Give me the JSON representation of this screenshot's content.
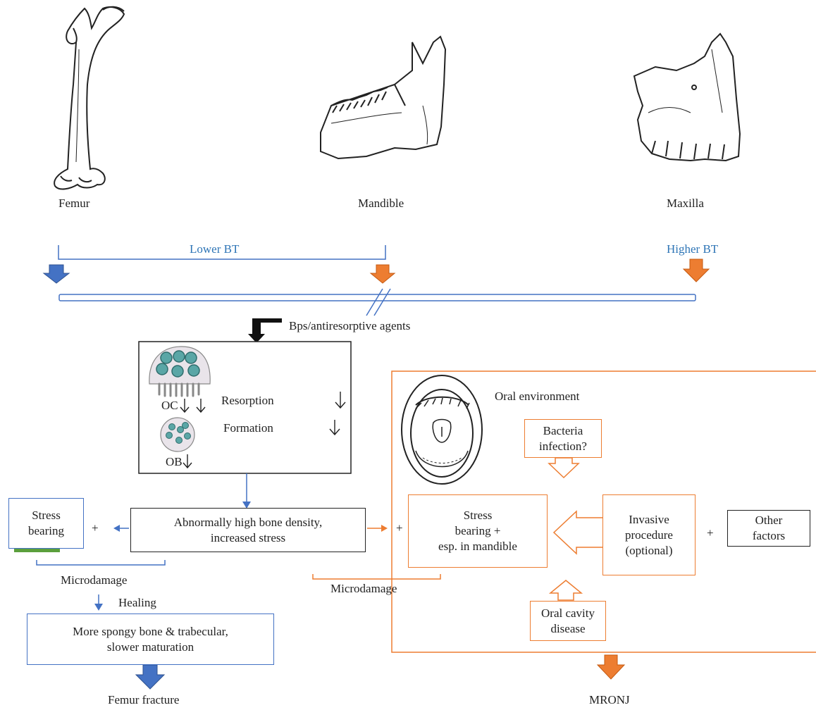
{
  "bones": {
    "femur": "Femur",
    "mandible": "Mandible",
    "maxilla": "Maxilla"
  },
  "turnover": {
    "lower": "Lower BT",
    "higher": "Higher BT"
  },
  "drug_label": "Bps/antiresorptive agents",
  "cells": {
    "oc": "OC",
    "ob": "OB",
    "resorption": "Resorption",
    "formation": "Formation"
  },
  "femur_path": {
    "stress_line1": "Stress",
    "stress_line2": "bearing",
    "density_line1": "Abnormally high bone density,",
    "density_line2": "increased stress",
    "plus": "+",
    "microdamage": "Microdamage",
    "healing": "Healing",
    "spongy_line1": "More spongy bone & trabecular,",
    "spongy_line2": "slower maturation",
    "outcome": "Femur fracture"
  },
  "jaw_path": {
    "environment": "Oral environment",
    "bacteria_line1": "Bacteria",
    "bacteria_line2": "infection?",
    "stress_line1": "Stress",
    "stress_line2": "bearing +",
    "stress_line3": "esp. in mandible",
    "invasive_line1": "Invasive",
    "invasive_line2": "procedure",
    "invasive_line3": "(optional)",
    "other_line1": "Other",
    "other_line2": "factors",
    "oral_line1": "Oral cavity",
    "oral_line2": "disease",
    "plus": "+",
    "microdamage": "Microdamage",
    "outcome": "MRONJ"
  },
  "colors": {
    "blue": "#4472c4",
    "orange": "#ed7d31",
    "text_blue": "#2e75b6",
    "teal": "#5aa6a6"
  }
}
